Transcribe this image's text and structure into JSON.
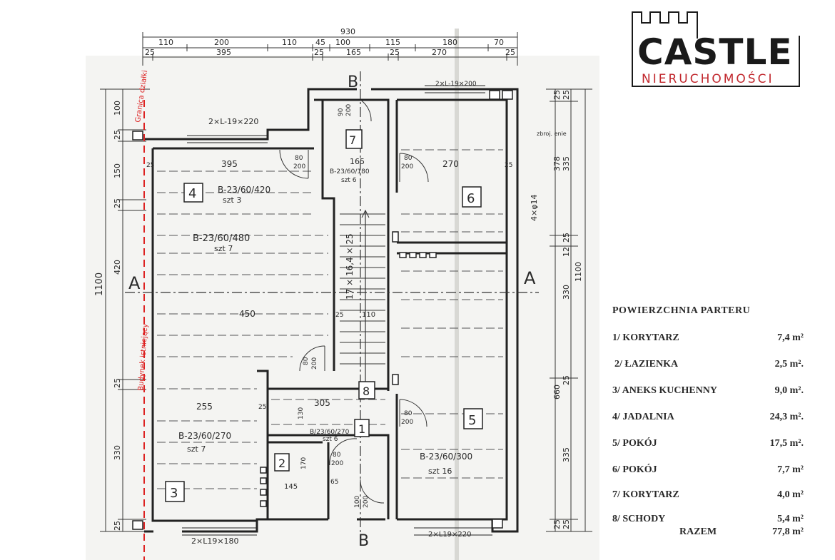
{
  "logo": {
    "title": "CASTLE",
    "subtitle": "NIERUCHOMOŚCI"
  },
  "area_table": {
    "title": "POWIERZCHNIA PARTERU",
    "rows": [
      {
        "name": "1/ KORYTARZ",
        "value": "7,4 m²"
      },
      {
        "name": "2/ ŁAZIENKA",
        "value": "2,5 m²."
      },
      {
        "name": "3/ ANEKS KUCHENNY",
        "value": "9,0 m²."
      },
      {
        "name": "4/ JADALNIA",
        "value": "24,3 m²."
      },
      {
        "name": "5/ POKÓJ",
        "value": "17,5 m²."
      },
      {
        "name": "6/ POKÓJ",
        "value": "7,7 m²"
      },
      {
        "name": "7/ KORYTARZ",
        "value": "4,0 m²"
      },
      {
        "name": "8/ SCHODY",
        "value": "5,4 m²"
      }
    ],
    "total": {
      "label": "RAZEM",
      "value": "77,8 m²"
    }
  },
  "plan": {
    "dim_top": {
      "overall": "930",
      "row1": [
        "110",
        "200",
        "110",
        "45",
        "100",
        "115",
        "180",
        "70"
      ],
      "row2": [
        "25",
        "395",
        "25",
        "165",
        "25",
        "270",
        "25"
      ]
    },
    "dim_left": {
      "overall": "1100",
      "parts": [
        "100",
        "25",
        "150",
        "25",
        "420",
        "25",
        "330",
        "25"
      ]
    },
    "dim_right": {
      "overall": "1100",
      "parts": [
        "25",
        "25",
        "378",
        "335",
        "25",
        "12",
        "330",
        "25",
        "660",
        "335",
        "25",
        "25"
      ]
    },
    "room_numbers": [
      "1",
      "2",
      "3",
      "4",
      "5",
      "6",
      "7",
      "8"
    ],
    "section_marks": {
      "a_left": "A",
      "a_right": "A",
      "b_top": "B",
      "b_bottom": "B"
    },
    "boundary_label_1": "Granica działki",
    "boundary_label_2": "Budynek istniejący",
    "labels": {
      "lintel_top_left": "2×L-19×220",
      "lintel_top_right": "2×L-19×200",
      "lintel_bottom_left": "2×L19×180",
      "lintel_bottom_right": "2×L19×220",
      "wall_reinf": "4×φ14",
      "wall_note": "zbroj. enie",
      "slab_4": "B-23/60/420",
      "slab_4_cnt": "szt 3",
      "slab_mid": "B-23/60/480",
      "slab_mid_cnt": "szt 7",
      "slab_3": "B-23/60/270",
      "slab_3_cnt": "szt 7",
      "slab_5": "B-23/60/300",
      "slab_5_cnt": "szt 16",
      "slab_7": "B-23/60/180",
      "slab_7_cnt": "szt 6",
      "slab_1": "B/23/60/270",
      "slab_1_cnt": "szt 6",
      "stairs": "17 × 16,4 × 25",
      "dim_395": "395",
      "dim_165": "165",
      "dim_270": "270",
      "dim_450": "450",
      "dim_110": "110",
      "dim_255": "255",
      "dim_305": "305",
      "dim_145": "145",
      "dim_130": "130",
      "dim_170": "170",
      "dim_65": "65",
      "dim_25": "25",
      "door_80": "80",
      "door_90": "90",
      "door_100": "100",
      "door_200": "200"
    }
  }
}
